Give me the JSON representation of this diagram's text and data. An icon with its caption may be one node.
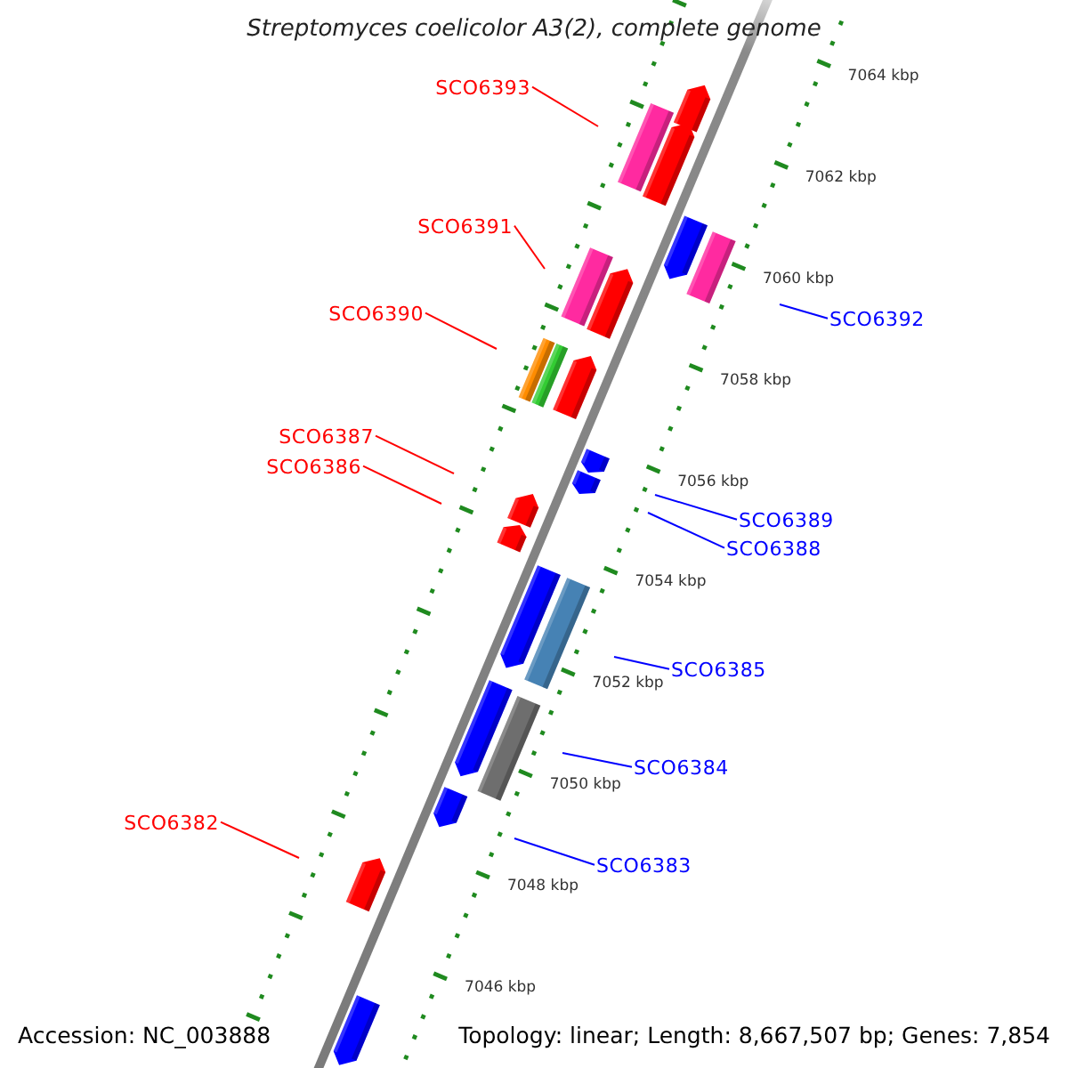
{
  "diagram": {
    "title": "Streptomyces coelicolor A3(2), complete genome",
    "nodes": [
      {
        "text": [
          "SCO6393"
        ]
      },
      {
        "text": [
          "SCO6391"
        ]
      },
      {
        "text": [
          "SCO6390"
        ]
      },
      {
        "text": [
          "SCO6392"
        ]
      },
      {
        "text": [
          "SCO6387"
        ]
      },
      {
        "text": [
          "SCO6386"
        ]
      },
      {
        "text": [
          "SCO6389"
        ]
      },
      {
        "text": [
          "SCO6388"
        ]
      },
      {
        "text": [
          "SCO6385"
        ]
      },
      {
        "text": [
          "SCO6384"
        ]
      },
      {
        "text": [
          "SCO6382"
        ]
      },
      {
        "text": [
          "SCO6383"
        ]
      }
    ],
    "edges": [
      {
        "from": 0,
        "to": null,
        "arrow": "none"
      },
      {
        "from": 1,
        "to": null,
        "arrow": "none"
      },
      {
        "from": 2,
        "to": null,
        "arrow": "none"
      },
      {
        "from": 3,
        "to": null,
        "arrow": "none",
        "color": "#0000ff"
      },
      {
        "from": 4,
        "to": null,
        "arrow": "none"
      },
      {
        "from": 5,
        "to": null,
        "arrow": "none"
      },
      {
        "from": 6,
        "to": null,
        "arrow": "none",
        "color": "#0000ff"
      },
      {
        "from": 7,
        "to": null,
        "arrow": "none",
        "color": "#0000ff"
      },
      {
        "from": 8,
        "to": null,
        "arrow": "none",
        "color": "#0000ff"
      },
      {
        "from": 9,
        "to": null,
        "arrow": "none",
        "color": "#0000ff"
      },
      {
        "from": 10,
        "to": null,
        "arrow": "none"
      },
      {
        "from": 11,
        "to": null,
        "arrow": "none",
        "color": "#0000ff"
      }
    ],
    "labels": [
      "7064 kbp",
      "7062 kbp",
      "7060 kbp",
      "7058 kbp",
      "7056 kbp",
      "7054 kbp",
      "7052 kbp",
      "7050 kbp",
      "7048 kbp",
      "7046 kbp",
      "Accession: NC_003888",
      "Topology: linear; Length: 8,667,507 bp; Genes: 7,854"
    ]
  }
}
